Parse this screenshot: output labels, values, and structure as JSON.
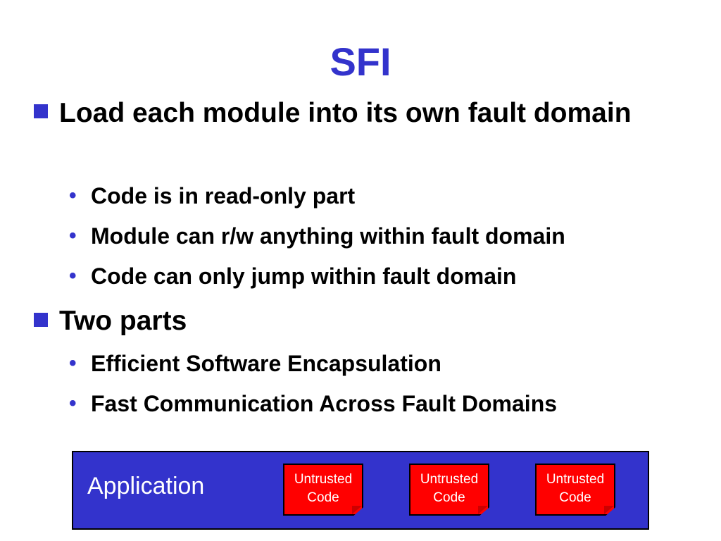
{
  "slide": {
    "title": "SFI",
    "colors": {
      "accent": "#3333cc",
      "text": "#000000",
      "box_fill": "#3333cc",
      "untrusted_fill": "#ff0000"
    },
    "bullets": [
      {
        "text": "Load each module into its own fault domain",
        "sub": [
          "Code is in read-only part",
          "Module can r/w anything within fault domain",
          "Code can only jump within fault domain"
        ]
      },
      {
        "text": "Two parts",
        "sub": [
          "Efficient Software Encapsulation",
          "Fast Communication Across Fault Domains"
        ]
      }
    ],
    "diagram": {
      "container_label": "Application",
      "modules": [
        "Untrusted Code",
        "Untrusted Code",
        "Untrusted Code"
      ]
    }
  }
}
